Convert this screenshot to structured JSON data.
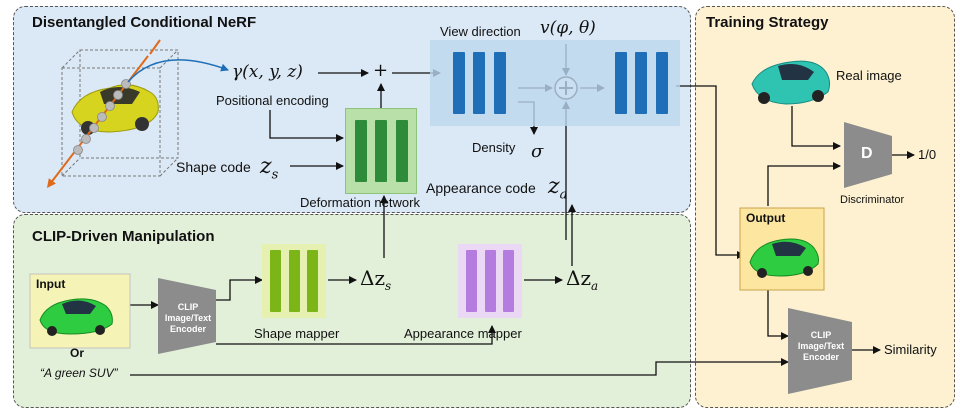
{
  "panels": {
    "nerf_title": "Disentangled Conditional NeRF",
    "clip_title": "CLIP-Driven Manipulation",
    "training_title": "Training Strategy"
  },
  "labels": {
    "positional_encoding": "Positional encoding",
    "shape_code": "Shape code",
    "deformation_network": "Deformation network",
    "view_direction": "View direction",
    "density": "Density",
    "appearance_code": "Appearance code",
    "input": "Input",
    "or": "Or",
    "text_prompt": "“A green SUV”",
    "clip_encoder": "CLIP Image/Text Encoder",
    "shape_mapper": "Shape mapper",
    "appearance_mapper": "Appearance mapper",
    "real_image": "Real image",
    "discriminator_symbol": "D",
    "discriminator": "Discriminator",
    "disc_output": "1/0",
    "output": "Output",
    "clip_encoder_2": "CLIP Image/Text Encoder",
    "similarity": "Similarity"
  },
  "math": {
    "gamma": "γ(x, y, z)",
    "view": "v(φ, θ)",
    "sigma": "σ",
    "zs": "z",
    "zs_sub": "s",
    "za": "z",
    "za_sub": "a",
    "dzs": "Δz",
    "dzs_sub": "s",
    "dza": "Δz",
    "dza_sub": "a",
    "plus": "+"
  },
  "colors": {
    "nerf_bg": "#dbe8f5",
    "clip_bg": "#e2efd9",
    "training_bg": "#fdf1d2",
    "deform_green": "#2e8b3a",
    "nerf_blue": "#1f6fb8",
    "shape_mapper_green": "#7cb518",
    "appearance_purple": "#b57ce0",
    "car_yellow": "#d6d41e",
    "car_teal": "#2fc4b2",
    "car_green": "#2ecc40"
  }
}
